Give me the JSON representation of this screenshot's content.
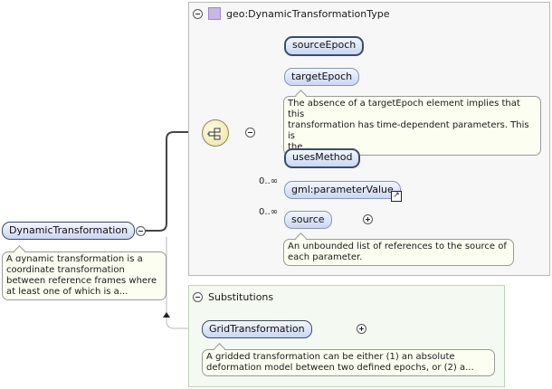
{
  "type_panel": {
    "title": "geo:DynamicTransformationType"
  },
  "root": {
    "label": "DynamicTransformation",
    "doc": [
      "A dynamic transformation is a",
      "coordinate transformation",
      "between reference frames where",
      "at least one of which is a..."
    ]
  },
  "children": {
    "source_epoch": "sourceEpoch",
    "target_epoch": "targetEpoch",
    "target_epoch_doc": [
      "The absence of a targetEpoch element implies that this",
      "transformation has time-dependent parameters. This is",
      "the..."
    ],
    "uses_method": "usesMethod",
    "parameter_value": "gml:parameterValue",
    "parameter_value_mult": "0..∞",
    "source": "source",
    "source_mult": "0..∞",
    "source_doc": [
      "An unbounded list of references to the source of",
      "each parameter."
    ]
  },
  "substitutions": {
    "title": "Substitutions",
    "grid": "GridTransformation",
    "grid_doc": [
      "A gridded transformation can be either (1) an absolute",
      "deformation model between two defined epochs, or (2) a..."
    ]
  },
  "icons": [
    "collapse-toggle-icon",
    "complex-type-icon",
    "sequence-compositor-icon",
    "expand-toggle-icon",
    "external-reference-icon"
  ],
  "colors": {
    "node_fill": "#c9d7f3",
    "doc_fill": "#fbfef0",
    "type_panel_bg": "#f7f7f7",
    "subst_panel_bg": "#f4faf1"
  }
}
